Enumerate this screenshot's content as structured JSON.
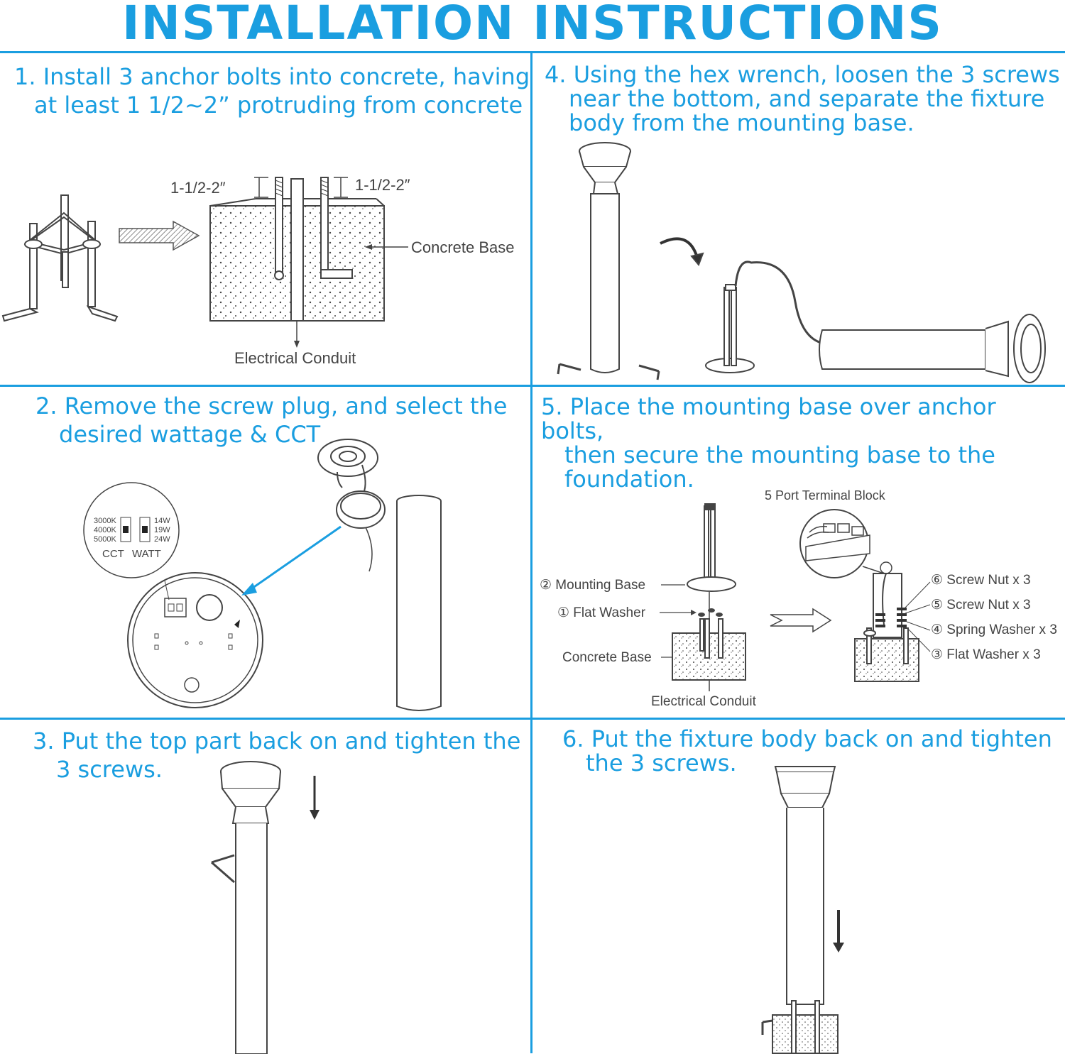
{
  "title": "INSTALLATION INSTRUCTIONS",
  "steps": [
    {
      "num": "1.",
      "line1": "Install 3 anchor bolts into concrete, having",
      "line2": "at least 1 1/2~2” protruding from concrete"
    },
    {
      "num": "2.",
      "line1": "Remove the screw plug, and select the",
      "line2": "desired wattage & CCT"
    },
    {
      "num": "3.",
      "line1": "Put the top part back on and tighten the",
      "line2": "3 screws."
    },
    {
      "num": "4.",
      "line1": "Using the hex wrench, loosen the 3 screws",
      "line2": "near the bottom, and separate the fixture",
      "line3": "body from the mounting base."
    },
    {
      "num": "5.",
      "line1": "Place the mounting base over anchor bolts,",
      "line2": "then secure the mounting base to the",
      "line3": "foundation."
    },
    {
      "num": "6.",
      "line1": "Put the fixture body back on and tighten",
      "line2": "the 3 screws."
    }
  ],
  "diagram1": {
    "dim_left": "1-1/2-2″",
    "dim_right": "1-1/2-2″",
    "concrete_base": "Concrete Base",
    "electrical_conduit": "Electrical Conduit"
  },
  "diagram2": {
    "cct_options": [
      "3000K",
      "4000K",
      "5000K"
    ],
    "watt_options": [
      "14W",
      "19W",
      "24W"
    ],
    "cct_label": "CCT",
    "watt_label": "WATT"
  },
  "diagram5": {
    "terminal_block": "5 Port Terminal Block",
    "mounting_base": "② Mounting Base",
    "flat_washer": "① Flat Washer",
    "concrete_base": "Concrete Base",
    "electrical_conduit": "Electrical Conduit",
    "screw_nut_6": "⑥ Screw Nut x 3",
    "screw_nut_5": "⑤ Screw Nut x 3",
    "spring_washer": "④ Spring Washer x 3",
    "flat_washer_3": "③ Flat Washer x 3"
  },
  "colors": {
    "accent": "#1a9ee0",
    "line": "#444444"
  }
}
